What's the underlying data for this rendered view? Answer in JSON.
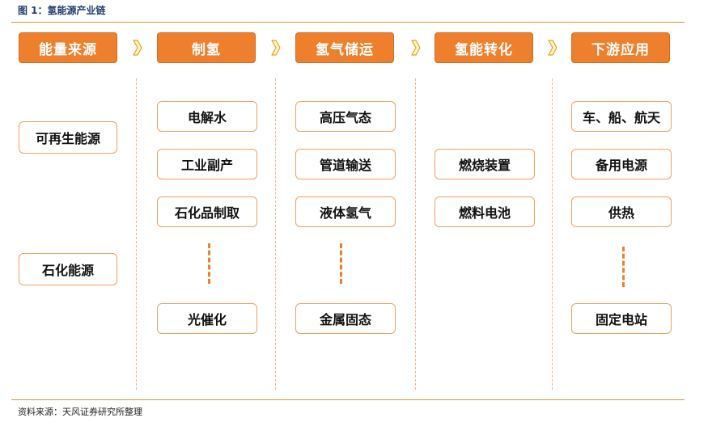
{
  "figure_title": "图 1：氢能源产业链",
  "source_note": "资料来源：天风证券研究所整理",
  "colors": {
    "accent": "#ee7f2d",
    "border": "#f0a060",
    "rule": "#d39a2e"
  },
  "stages": [
    {
      "label": "能量来源",
      "items": [
        "可再生能源",
        "石化能源"
      ]
    },
    {
      "label": "制氢",
      "items": [
        "电解水",
        "工业副产",
        "石化品制取",
        "光催化"
      ]
    },
    {
      "label": "氢气储运",
      "items": [
        "高压气态",
        "管道输送",
        "液体氢气",
        "金属固态"
      ]
    },
    {
      "label": "氢能转化",
      "items": [
        "燃烧装置",
        "燃料电池"
      ]
    },
    {
      "label": "下游应用",
      "items": [
        "车、船、航天",
        "备用电源",
        "供热",
        "固定电站"
      ]
    }
  ],
  "arrow_icon": "chevron-right-icon",
  "ellipsis_icon": "vertical-dashes-icon"
}
